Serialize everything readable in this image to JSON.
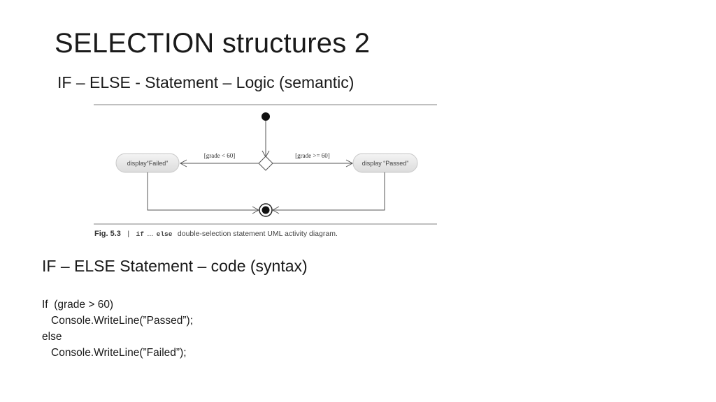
{
  "slide": {
    "title": "SELECTION structures 2",
    "subtitle": "IF – ELSE - Statement – Logic (semantic)",
    "section2_heading": "IF – ELSE Statement – code (syntax)",
    "code_lines": [
      "If  (grade > 60)",
      "Console.WriteLine(”Passed”);",
      "else",
      "Console.WriteLine(”Failed”);"
    ]
  },
  "diagram": {
    "left_action": "display“Failed”",
    "right_action": "display “Passed”",
    "left_guard": "[grade < 60]",
    "right_guard": "[grade >= 60]",
    "caption_fig": "Fig. 5.3",
    "caption_sep": "|",
    "caption_kw1": "if",
    "caption_dots": "...",
    "caption_kw2": "else",
    "caption_text": "double-selection statement UML activity diagram."
  }
}
